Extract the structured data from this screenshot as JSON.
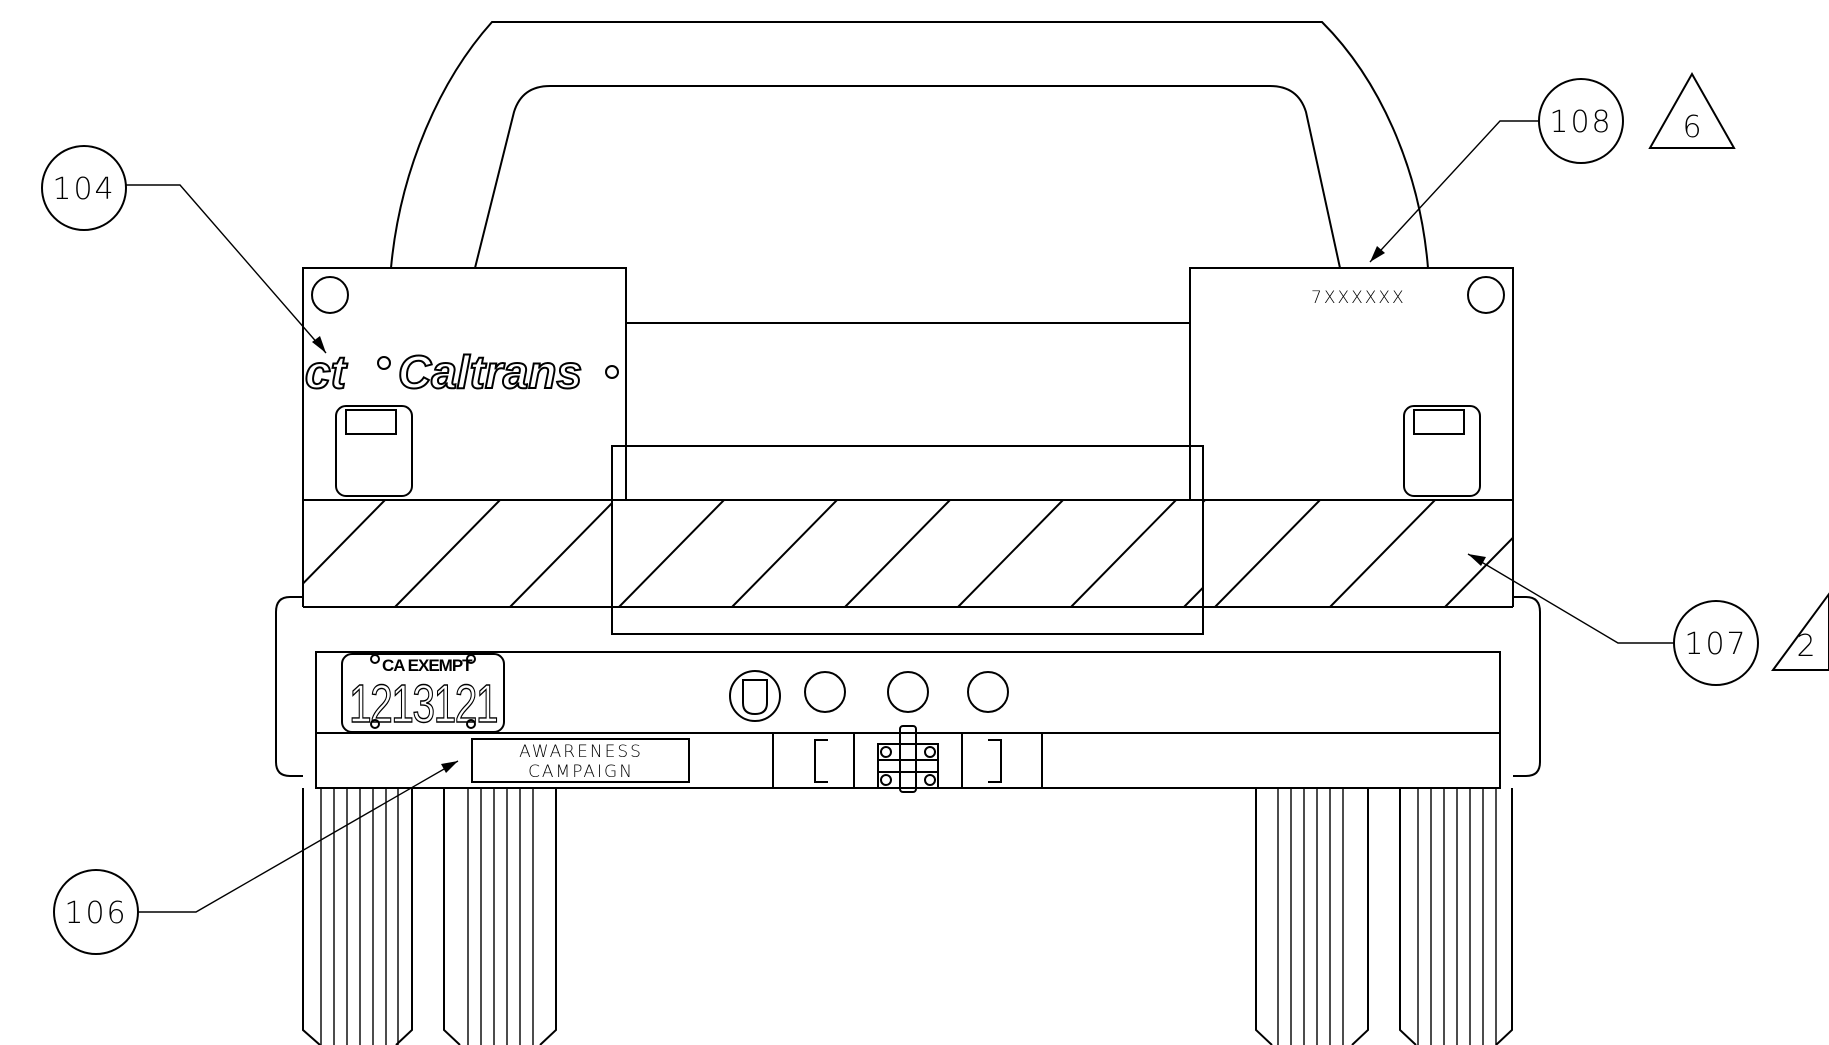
{
  "callouts": [
    {
      "id": "104",
      "label": "104",
      "revision": ""
    },
    {
      "id": "106",
      "label": "106",
      "revision": ""
    },
    {
      "id": "107",
      "label": "107",
      "revision": "2"
    },
    {
      "id": "108",
      "label": "108",
      "revision": "6"
    }
  ],
  "unit_number": "7XXXXXX",
  "logo": {
    "mark": "ct",
    "name": "Caltrans"
  },
  "license_plate": {
    "top_text": "CA EXEMPT",
    "number": "1213121"
  },
  "campaign_sign": {
    "line1": "AWARENESS",
    "line2": "CAMPAIGN"
  }
}
